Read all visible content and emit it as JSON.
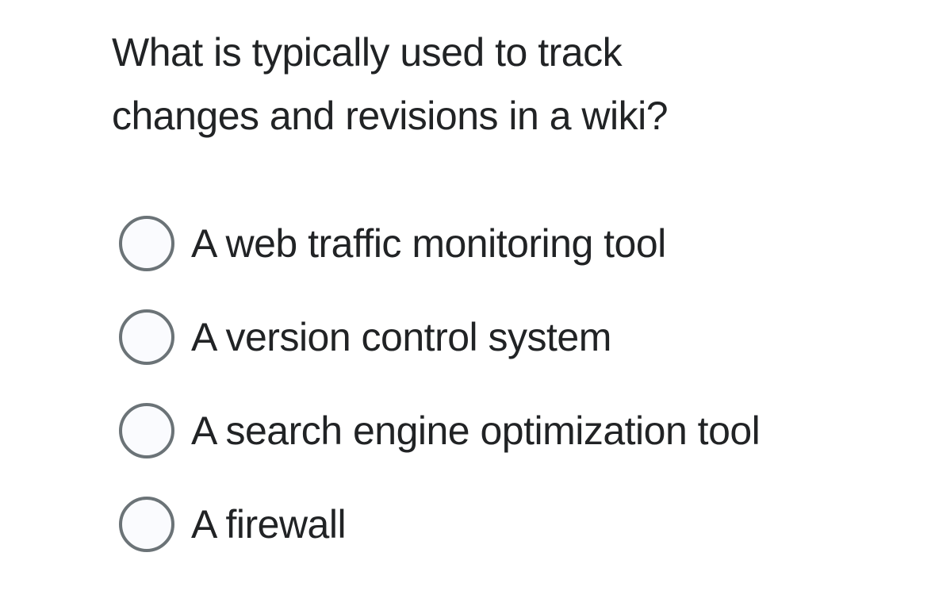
{
  "question": {
    "lines": [
      "What is typically used to track",
      "changes and revisions in a wiki?"
    ],
    "full_text": "What is typically used to track changes and revisions in a wiki?"
  },
  "options": [
    {
      "label": "A web traffic monitoring tool",
      "selected": false
    },
    {
      "label": "A version control system",
      "selected": false
    },
    {
      "label": "A search engine optimization tool",
      "selected": false
    },
    {
      "label": "A firewall",
      "selected": false
    }
  ],
  "colors": {
    "background": "#ffffff",
    "text": "#212325",
    "radio_border": "#6b7377",
    "radio_fill": "#fafbfe"
  }
}
